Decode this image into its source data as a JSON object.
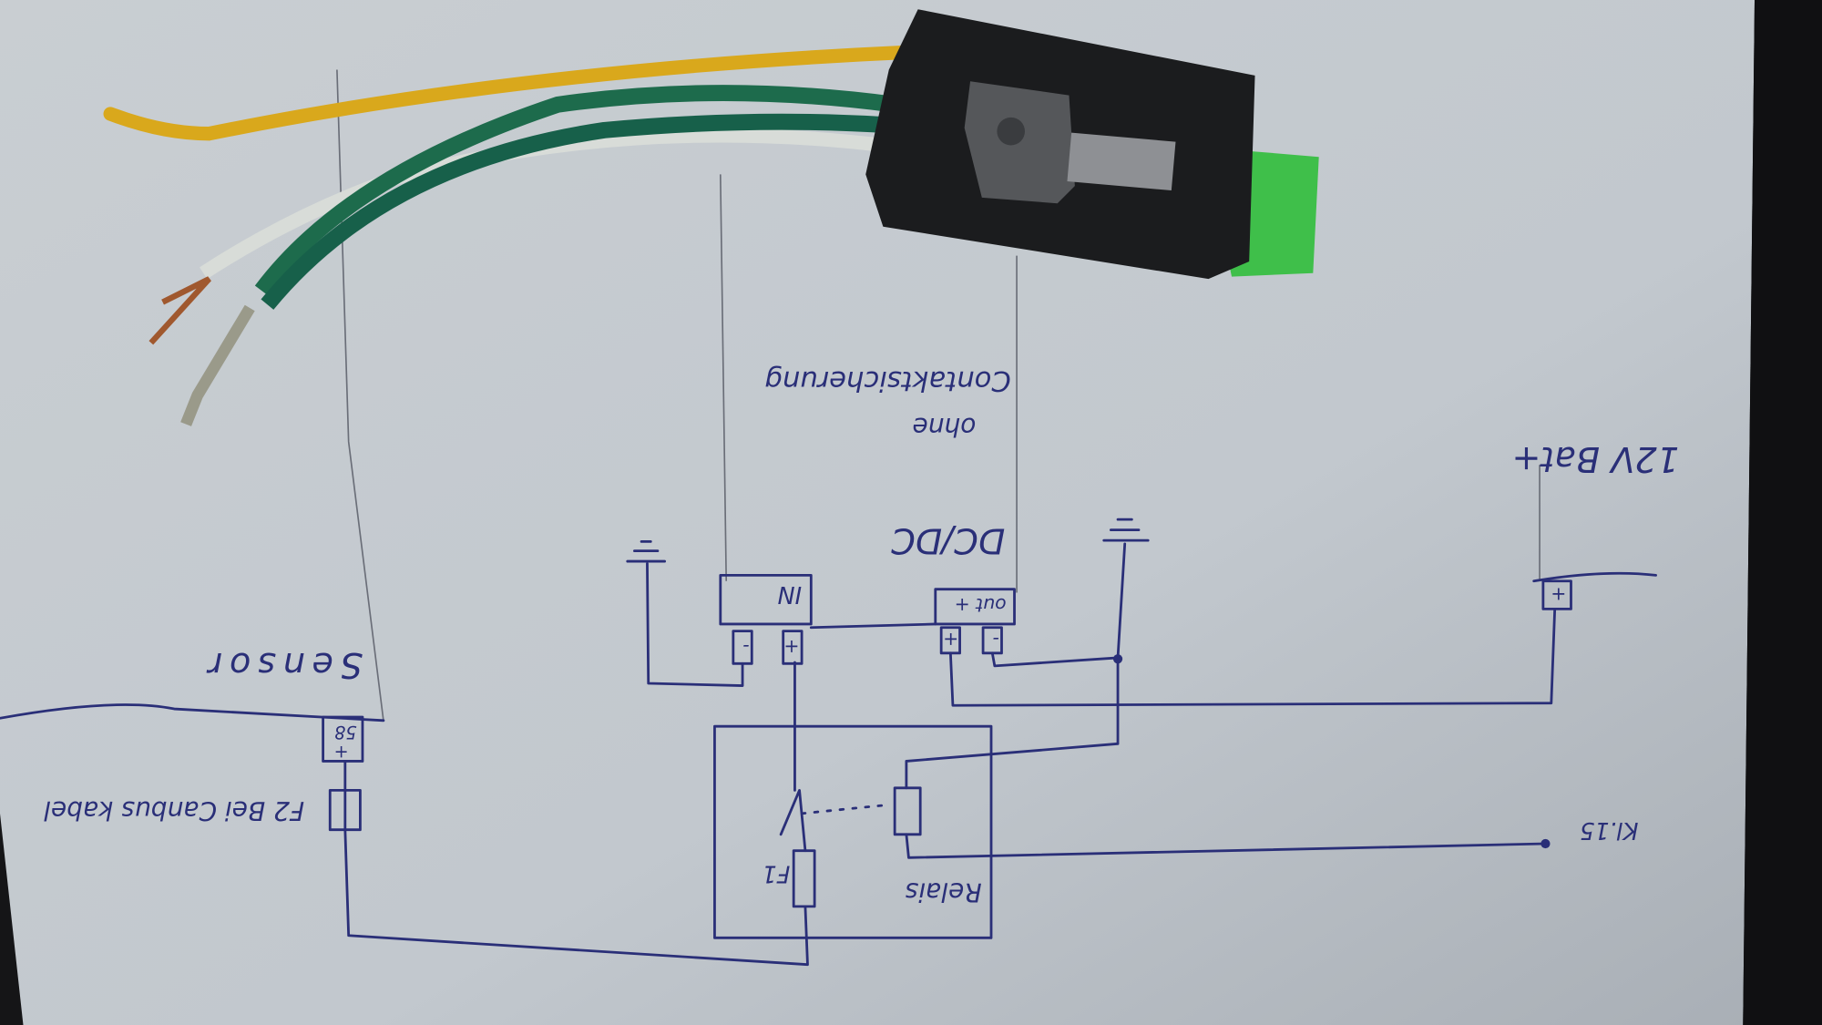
{
  "labels": {
    "ohne": "ohne",
    "contaktsicherung": "Contaktsicherung",
    "dcdc": "DC/DC",
    "in": "IN",
    "out": "out +",
    "in_minus": "-",
    "in_plus": "+",
    "out_plus": "+",
    "out_minus": "-",
    "sensor": "Sensor",
    "terminal_58": "58",
    "terminal_58_plus": "+",
    "f2_note": "F2 Bei Canbus kabel",
    "battery": "12V Bat+",
    "battery_plus": "+",
    "kl15": "Kl.15",
    "relais": "Relais",
    "f1": "F1"
  },
  "colors": {
    "paper": "#c4cad0",
    "ink": "#2a2f78",
    "wire_yellow": "#d9a81c",
    "wire_green": "#1d6b4c",
    "wire_white": "#d8dcd8",
    "fuse_green": "#3fbf4a",
    "connector": "#1b1c1e"
  }
}
